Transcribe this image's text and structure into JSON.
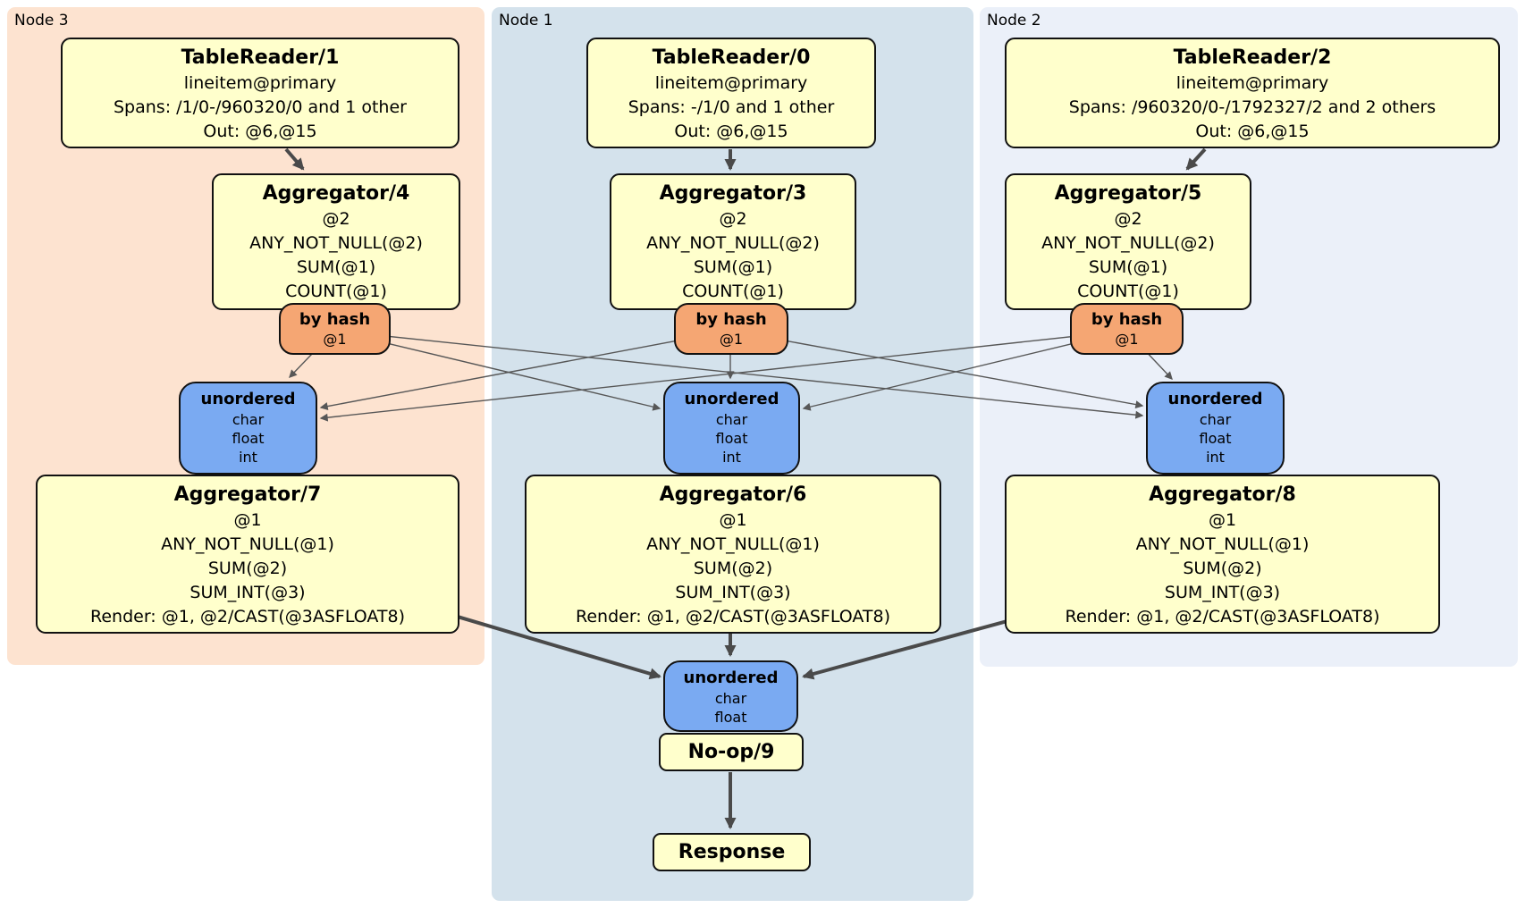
{
  "panels": {
    "node3": {
      "label": "Node 3",
      "color": "#fde3d0"
    },
    "node1": {
      "label": "Node 1",
      "color": "#d4e2ec"
    },
    "node2": {
      "label": "Node 2",
      "color": "#ebf0f9"
    }
  },
  "style": {
    "processor_fill": "#ffffcc",
    "router_fill": "#f5a673",
    "sync_fill": "#7aaaf2",
    "edge_thick_color": "#4a4a4a",
    "edge_thin_color": "#575757",
    "border_color": "#111111"
  },
  "boxes": {
    "tr1": {
      "title": "TableReader/1",
      "lines": [
        "lineitem@primary",
        "Spans: /1/0-/960320/0 and 1 other",
        "Out: @6,@15"
      ]
    },
    "tr0": {
      "title": "TableReader/0",
      "lines": [
        "lineitem@primary",
        "Spans: -/1/0 and 1 other",
        "Out: @6,@15"
      ]
    },
    "tr2": {
      "title": "TableReader/2",
      "lines": [
        "lineitem@primary",
        "Spans: /960320/0-/1792327/2 and 2 others",
        "Out: @6,@15"
      ]
    },
    "agg4": {
      "title": "Aggregator/4",
      "lines": [
        "@2",
        "ANY_NOT_NULL(@2)",
        "SUM(@1)",
        "COUNT(@1)"
      ]
    },
    "agg3": {
      "title": "Aggregator/3",
      "lines": [
        "@2",
        "ANY_NOT_NULL(@2)",
        "SUM(@1)",
        "COUNT(@1)"
      ]
    },
    "agg5": {
      "title": "Aggregator/5",
      "lines": [
        "@2",
        "ANY_NOT_NULL(@2)",
        "SUM(@1)",
        "COUNT(@1)"
      ]
    },
    "bh3": {
      "title": "by hash",
      "lines": [
        "@1"
      ]
    },
    "bh1": {
      "title": "by hash",
      "lines": [
        "@1"
      ]
    },
    "bh2": {
      "title": "by hash",
      "lines": [
        "@1"
      ]
    },
    "u3": {
      "title": "unordered",
      "lines": [
        "char",
        "float",
        "int"
      ]
    },
    "u1": {
      "title": "unordered",
      "lines": [
        "char",
        "float",
        "int"
      ]
    },
    "u2": {
      "title": "unordered",
      "lines": [
        "char",
        "float",
        "int"
      ]
    },
    "agg7": {
      "title": "Aggregator/7",
      "lines": [
        "@1",
        "ANY_NOT_NULL(@1)",
        "SUM(@2)",
        "SUM_INT(@3)",
        "Render: @1, @2/CAST(@3ASFLOAT8)"
      ]
    },
    "agg6": {
      "title": "Aggregator/6",
      "lines": [
        "@1",
        "ANY_NOT_NULL(@1)",
        "SUM(@2)",
        "SUM_INT(@3)",
        "Render: @1, @2/CAST(@3ASFLOAT8)"
      ]
    },
    "agg8": {
      "title": "Aggregator/8",
      "lines": [
        "@1",
        "ANY_NOT_NULL(@1)",
        "SUM(@2)",
        "SUM_INT(@3)",
        "Render: @1, @2/CAST(@3ASFLOAT8)"
      ]
    },
    "ub": {
      "title": "unordered",
      "lines": [
        "char",
        "float"
      ]
    },
    "noop": {
      "title": "No-op/9"
    },
    "resp": {
      "title": "Response"
    }
  }
}
